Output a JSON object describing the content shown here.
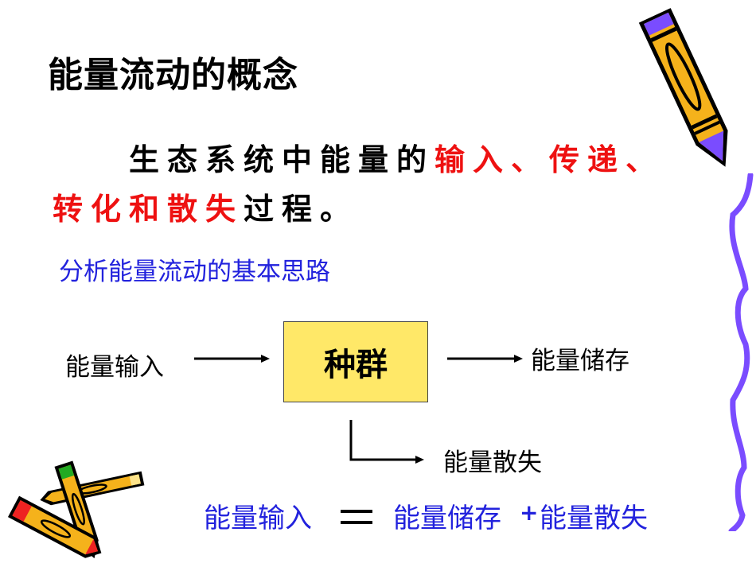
{
  "slide": {
    "title": "能量流动的概念",
    "definition": {
      "line1_black": "生态系统中能量的",
      "line1_red": "输入、传递、",
      "line2_red": "转化和散失",
      "line2_black": "过程。"
    },
    "subtitle": "分析能量流动的基本思路",
    "diagram": {
      "input_label": "能量输入",
      "center_box": "种群",
      "storage_label": "能量储存",
      "loss_label": "能量散失"
    },
    "equation": {
      "lhs": "能量输入",
      "rhs_1": "能量储存",
      "plus": "+",
      "rhs_2": "能量散失"
    },
    "colors": {
      "title": "#000000",
      "highlight_red": "#ee1111",
      "blue_text": "#2222dd",
      "box_fill": "#ffe868",
      "pencil_yellow": "#f5b21b",
      "pencil_purple": "#7a4cff",
      "crayon_red": "#ee2222",
      "crayon_green": "#22aa22"
    }
  }
}
